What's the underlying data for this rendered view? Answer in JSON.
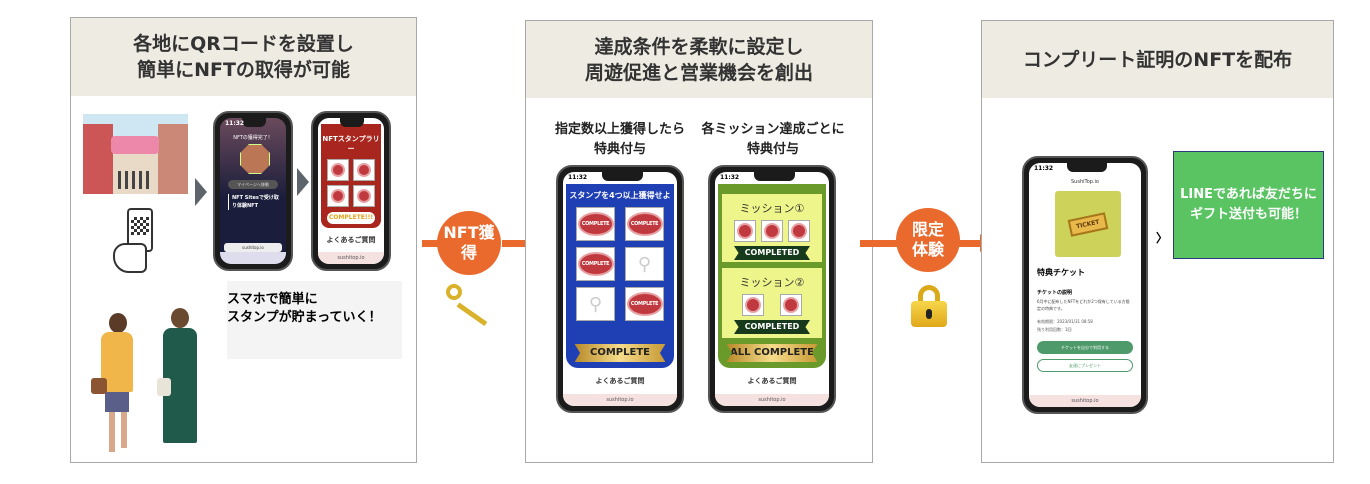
{
  "panel1": {
    "title_line1": "各地にQRコードを設置し",
    "title_line2": "簡単にNFTの取得が可能",
    "phone1": {
      "time": "11:32",
      "heading": "NFTの獲得完了！",
      "button": "マイページへ移動",
      "nft_title": "NFT Sitesで受け取り体験NFT",
      "url": "sushitop.io"
    },
    "phone2": {
      "heading": "NFTスタンプラリー",
      "complete": "COMPLETE!!!",
      "faq": "よくあるご質問",
      "footer": "sushitop.io"
    },
    "caption_line1": "スマホで簡単に",
    "caption_line2": "スタンプが貯まっていく！"
  },
  "step1": {
    "label_line1": "NFT獲",
    "label_line2": "得"
  },
  "panel2": {
    "title_line1": "達成条件を柔軟に設定し",
    "title_line2": "周遊促進と営業機会を創出",
    "left_label_line1": "指定数以上獲得したら",
    "left_label_line2": "特典付与",
    "right_label_line1": "各ミッション達成ごとに",
    "right_label_line2": "特典付与",
    "phoneA": {
      "time": "11:32",
      "heading": "スタンプを4つ以上獲得せよ",
      "stamp_text": "COMPLETE",
      "ribbon": "COMPLETE",
      "faq": "よくあるご質問",
      "footer": "sushitop.io"
    },
    "phoneB": {
      "time": "11:32",
      "mission1": "ミッション①",
      "mission2": "ミッション②",
      "completed": "COMPLETED",
      "all_complete": "ALL COMPLETE",
      "faq": "よくあるご質問",
      "footer": "sushitop.io"
    }
  },
  "step2": {
    "label_line1": "限定",
    "label_line2": "体験"
  },
  "panel3": {
    "title": "コンプリート証明のNFTを配布",
    "phone": {
      "time": "11:32",
      "site": "SushiTop.io",
      "ticket_word": "TICKET",
      "ticket_title": "特典チケット",
      "desc_heading": "チケットの説明",
      "desc": "6月中に配布したNFTをどれか2つ保有している方限定の特典です。",
      "expiry": "有効期限：2023/01/31 08:58",
      "remaining": "残り利用回数：1回",
      "use_button": "チケットを自分で利用する",
      "gift_button": "友達にプレゼント",
      "footer": "sushitop.io"
    },
    "callout": "LINEであれば友だちにギフト送付も可能！"
  },
  "colors": {
    "accent": "#ea6a2d",
    "header_bg": "#eeebe3",
    "line_green": "#5ac463",
    "blue": "#1f3fb5",
    "olive": "#6a9a2a"
  }
}
